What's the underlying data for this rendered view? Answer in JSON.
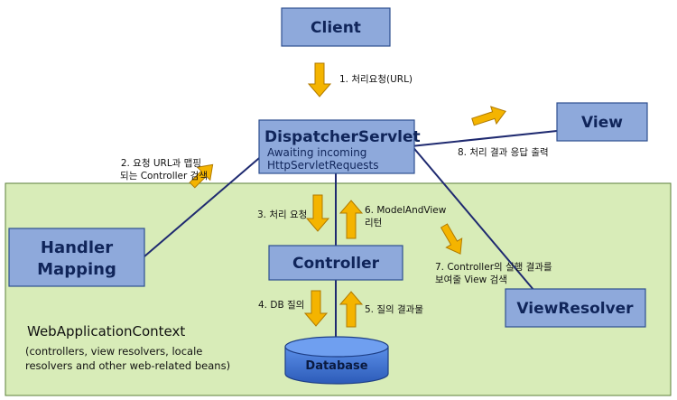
{
  "context": {
    "title": "WebApplicationContext",
    "desc_line1": "(controllers, view resolvers, locale",
    "desc_line2": "resolvers and other web-related beans)"
  },
  "client": {
    "label": "Client"
  },
  "dispatcher": {
    "label": "DispatcherServlet",
    "sub1": "Awaiting incoming",
    "sub2": "HttpServletRequests"
  },
  "view": {
    "label": "View"
  },
  "handler_mapping": {
    "line1": "Handler",
    "line2": "Mapping"
  },
  "controller": {
    "label": "Controller"
  },
  "view_resolver": {
    "label": "ViewResolver"
  },
  "database": {
    "label": "Database"
  },
  "steps": {
    "s1": "1. 처리요청(URL)",
    "s2_line1": "2. 요청 URL과 맵핑",
    "s2_line2": "되는 Controller 검색",
    "s3": "3. 처리 요청",
    "s4": "4. DB 질의",
    "s5": "5. 질의 결과물",
    "s6_line1": "6. ModelAndView",
    "s6_line2": "리턴",
    "s7_line1": "7. Controller의 실행 결과를",
    "s7_line2": "보여줄 View 검색",
    "s8": "8. 처리 결과 응답 출력"
  },
  "colors": {
    "box_fill": "#8ea9db",
    "context_fill": "#d8ecb8",
    "arrow_fill": "#f4b400",
    "database_fill": "#3a6fd1"
  }
}
